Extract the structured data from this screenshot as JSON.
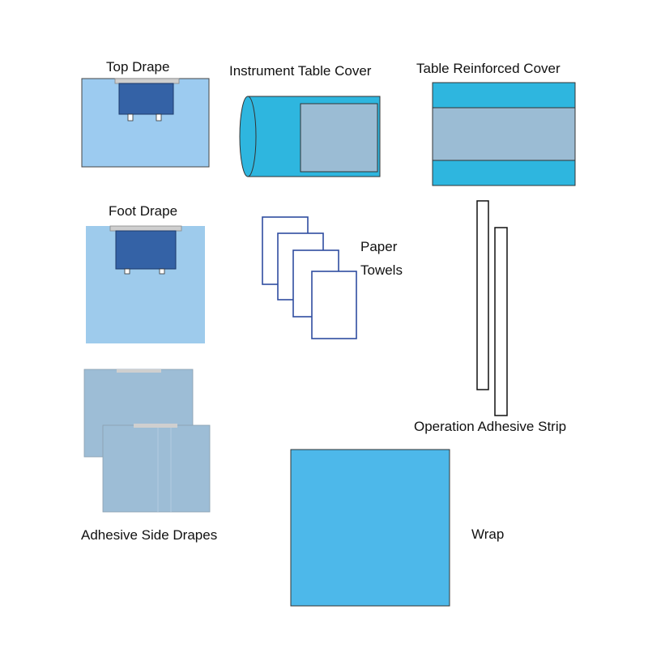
{
  "labels": {
    "top_drape": "Top Drape",
    "instrument_table_cover": "Instrument Table Cover",
    "table_reinforced_cover": "Table Reinforced Cover",
    "foot_drape": "Foot Drape",
    "paper_towels_line1": "Paper",
    "paper_towels_line2": "Towels",
    "operation_adhesive_strip": "Operation Adhesive Strip",
    "adhesive_side_drapes": "Adhesive Side Drapes",
    "wrap": "Wrap"
  },
  "colors": {
    "drape_light_blue": "#9ccbf0",
    "drape_pale_blue": "#9ecbec",
    "pouch_dark_blue": "#3462a6",
    "cyan": "#2eb6df",
    "gray_blue": "#9bbcd4",
    "side_drape": "#9dbdd6",
    "wrap_blue": "#4db8ea",
    "towel_outline": "#2f4da0",
    "adhesive_gray": "#cfcfcf"
  }
}
